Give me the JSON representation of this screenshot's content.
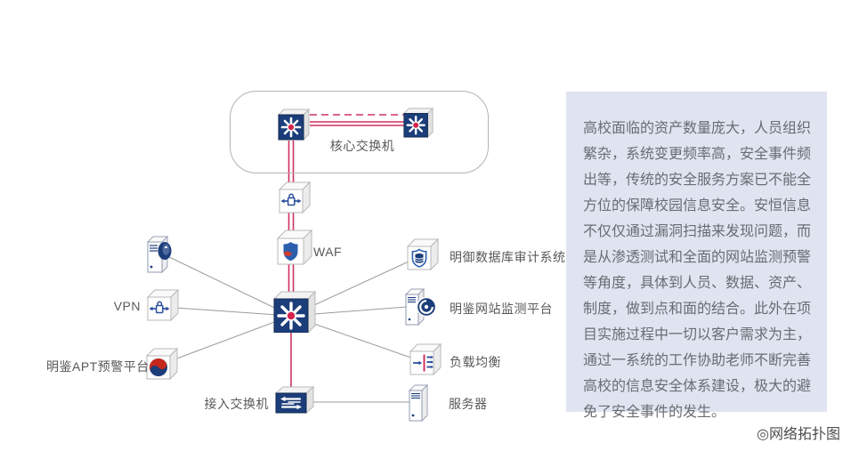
{
  "diagram": {
    "core_switch": {
      "label": "核心交换机"
    },
    "waf": {
      "label": "WAF"
    },
    "vpn": {
      "label": "VPN"
    },
    "apt_platform": {
      "label": "明鉴APT预警平台"
    },
    "db_audit": {
      "label": "明御数据库审计系统"
    },
    "web_monitor": {
      "label": "明鉴网站监测平台"
    },
    "load_balance": {
      "label": "负载均衡"
    },
    "access_switch": {
      "label": "接入交换机"
    },
    "server": {
      "label": "服务器"
    }
  },
  "icons": {
    "core_switch_left": "switch-burst-icon",
    "core_switch_right": "switch-burst-icon",
    "firewall": "lock-arrows-box-icon",
    "waf": "shield-box-icon",
    "central_switch": "switch-burst-icon",
    "security_server": "server-disk-icon",
    "vpn": "lock-arrows-box-icon",
    "apt_platform": "swirl-box-icon",
    "db_audit": "shield-database-box-icon",
    "web_monitor": "server-monitor-circle-icon",
    "load_balance": "arrow-split-box-icon",
    "access_switch": "flat-switch-arrows-icon",
    "server": "server-tower-icon"
  },
  "panel": {
    "text": "高校面临的资产数量庞大，人员组织繁杂，系统变更频率高，安全事件频出等，传统的安全服务方案已不能全方位的保障校园信息安全。安恒信息不仅仅通过漏洞扫描来发现问题，而是从渗透测试和全面的网站监测预警等角度，具体到人员、数据、资产、制度，做到点和面的结合。此外在项目实施过程中一切以客户需求为主，通过一系统的工作协助老师不断完善高校的信息安全体系建设，极大的避免了安全事件的发生。"
  },
  "caption": "◎网络拓扑图",
  "colors": {
    "navy": "#1b3d7a",
    "accent_red": "#d0315f",
    "line_gray": "#9b9b9b",
    "panel_bg": "#dfe4f0",
    "label_gray": "#58595b"
  }
}
